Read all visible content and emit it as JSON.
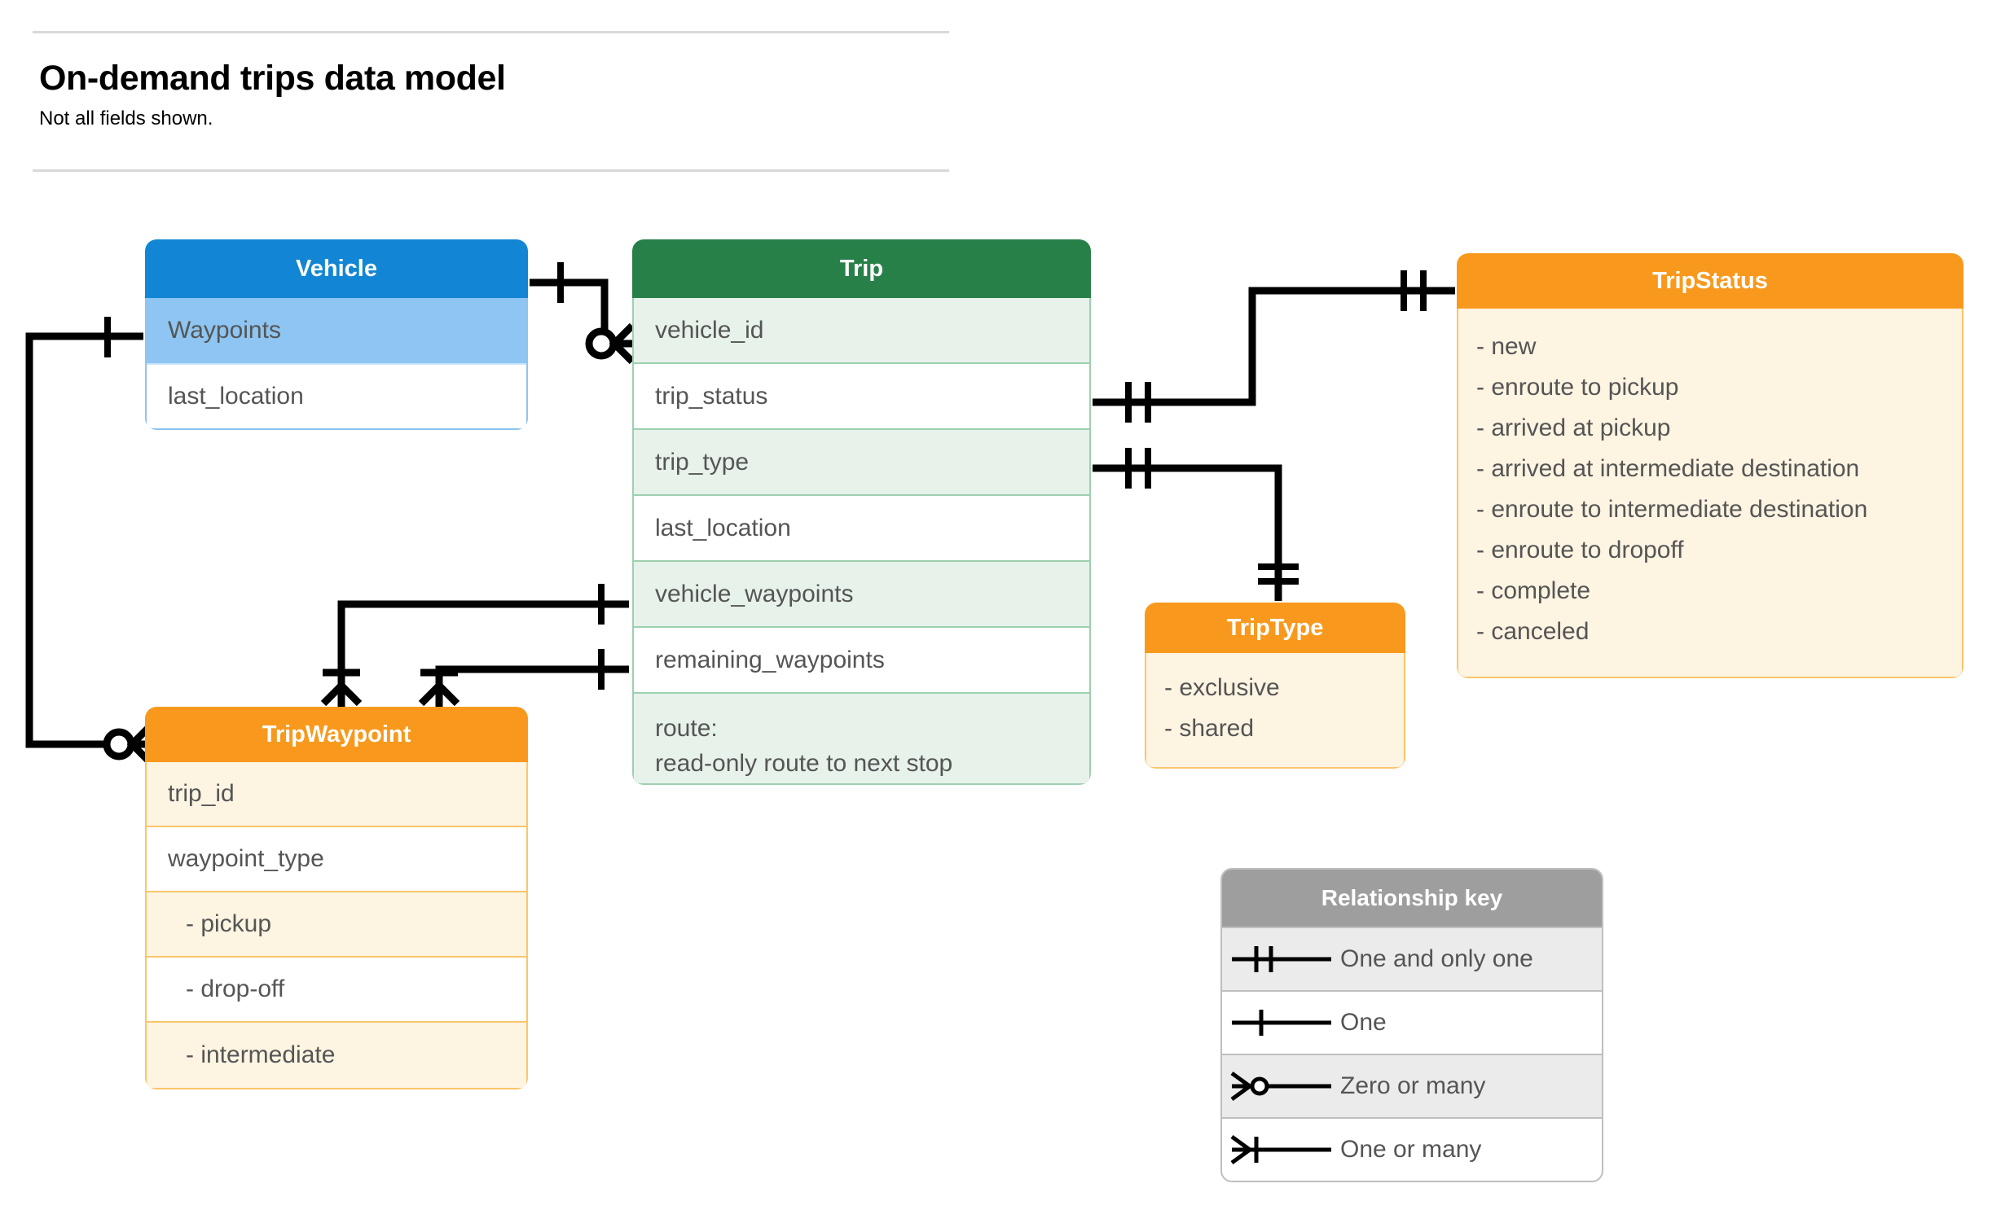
{
  "header": {
    "title": "On-demand trips data model",
    "subtitle": "Not all fields shown."
  },
  "entities": {
    "vehicle": {
      "name": "Vehicle",
      "header_color": "#1286d4",
      "fields": [
        "Waypoints",
        "last_location"
      ]
    },
    "trip": {
      "name": "Trip",
      "header_color": "#288049",
      "fields": [
        "vehicle_id",
        "trip_status",
        "trip_type",
        "last_location",
        "vehicle_waypoints",
        "remaining_waypoints"
      ],
      "route_label": "route:",
      "route_desc": "read-only route to next stop"
    },
    "trip_status": {
      "name": "TripStatus",
      "header_color": "#f8991d",
      "values": [
        "- new",
        "- enroute to pickup",
        "- arrived at pickup",
        "- arrived at intermediate destination",
        "- enroute to intermediate destination",
        "- enroute to dropoff",
        "- complete",
        "- canceled"
      ]
    },
    "trip_type": {
      "name": "TripType",
      "header_color": "#f8991d",
      "values": [
        "- exclusive",
        "- shared"
      ]
    },
    "trip_waypoint": {
      "name": "TripWaypoint",
      "header_color": "#f8991d",
      "fields": [
        "trip_id",
        "waypoint_type"
      ],
      "waypoint_values": [
        "-  pickup",
        "-  drop-off",
        "-  intermediate"
      ]
    }
  },
  "legend": {
    "title": "Relationship key",
    "header_color": "#9e9e9e",
    "rows": [
      {
        "symbol": "one-and-only-one",
        "label": "One and only one"
      },
      {
        "symbol": "one",
        "label": "One"
      },
      {
        "symbol": "zero-or-many",
        "label": "Zero or many"
      },
      {
        "symbol": "one-or-many",
        "label": "One or many"
      }
    ]
  },
  "relationships": [
    {
      "from": "Vehicle",
      "from_card": "one",
      "to": "Trip.vehicle_id",
      "to_card": "zero-or-many"
    },
    {
      "from": "Vehicle.Waypoints",
      "from_card": "one",
      "to": "TripWaypoint",
      "to_card": "zero-or-many"
    },
    {
      "from": "Trip.trip_status",
      "from_card": "one-and-only-one",
      "to": "TripStatus",
      "to_card": "one-and-only-one"
    },
    {
      "from": "Trip.trip_type",
      "from_card": "one-and-only-one",
      "to": "TripType",
      "to_card": "one-and-only-one"
    },
    {
      "from": "Trip.vehicle_waypoints",
      "from_card": "one",
      "to": "TripWaypoint",
      "to_card": "one-or-many"
    },
    {
      "from": "Trip.remaining_waypoints",
      "from_card": "one",
      "to": "TripWaypoint",
      "to_card": "one-or-many"
    }
  ]
}
